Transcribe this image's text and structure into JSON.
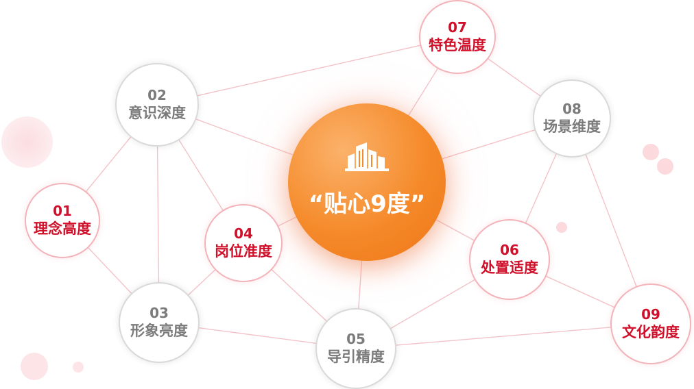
{
  "center": {
    "title": "“贴心9度”",
    "icon": "buildings-icon"
  },
  "nodes": [
    {
      "id": "01",
      "num": "01",
      "label": "理念高度",
      "style": "red"
    },
    {
      "id": "02",
      "num": "02",
      "label": "意识深度",
      "style": "grey"
    },
    {
      "id": "03",
      "num": "03",
      "label": "形象亮度",
      "style": "grey"
    },
    {
      "id": "04",
      "num": "04",
      "label": "岗位准度",
      "style": "red"
    },
    {
      "id": "05",
      "num": "05",
      "label": "导引精度",
      "style": "grey"
    },
    {
      "id": "06",
      "num": "06",
      "label": "处置适度",
      "style": "red"
    },
    {
      "id": "07",
      "num": "07",
      "label": "特色温度",
      "style": "red"
    },
    {
      "id": "08",
      "num": "08",
      "label": "场景维度",
      "style": "grey"
    },
    {
      "id": "09",
      "num": "09",
      "label": "文化韵度",
      "style": "red"
    }
  ],
  "edges": [
    [
      "01",
      "02"
    ],
    [
      "01",
      "03"
    ],
    [
      "02",
      "03"
    ],
    [
      "02",
      "04"
    ],
    [
      "02",
      "07"
    ],
    [
      "02",
      "C"
    ],
    [
      "03",
      "04"
    ],
    [
      "03",
      "05"
    ],
    [
      "04",
      "05"
    ],
    [
      "04",
      "C"
    ],
    [
      "05",
      "C"
    ],
    [
      "05",
      "06"
    ],
    [
      "05",
      "09"
    ],
    [
      "06",
      "C"
    ],
    [
      "06",
      "08"
    ],
    [
      "06",
      "09"
    ],
    [
      "07",
      "08"
    ],
    [
      "07",
      "C"
    ],
    [
      "08",
      "C"
    ],
    [
      "08",
      "09"
    ]
  ],
  "colors": {
    "line": "#f3c3c8",
    "red_text": "#d0102a",
    "grey_text": "#7b7b7b",
    "center": "#f58a2a"
  }
}
